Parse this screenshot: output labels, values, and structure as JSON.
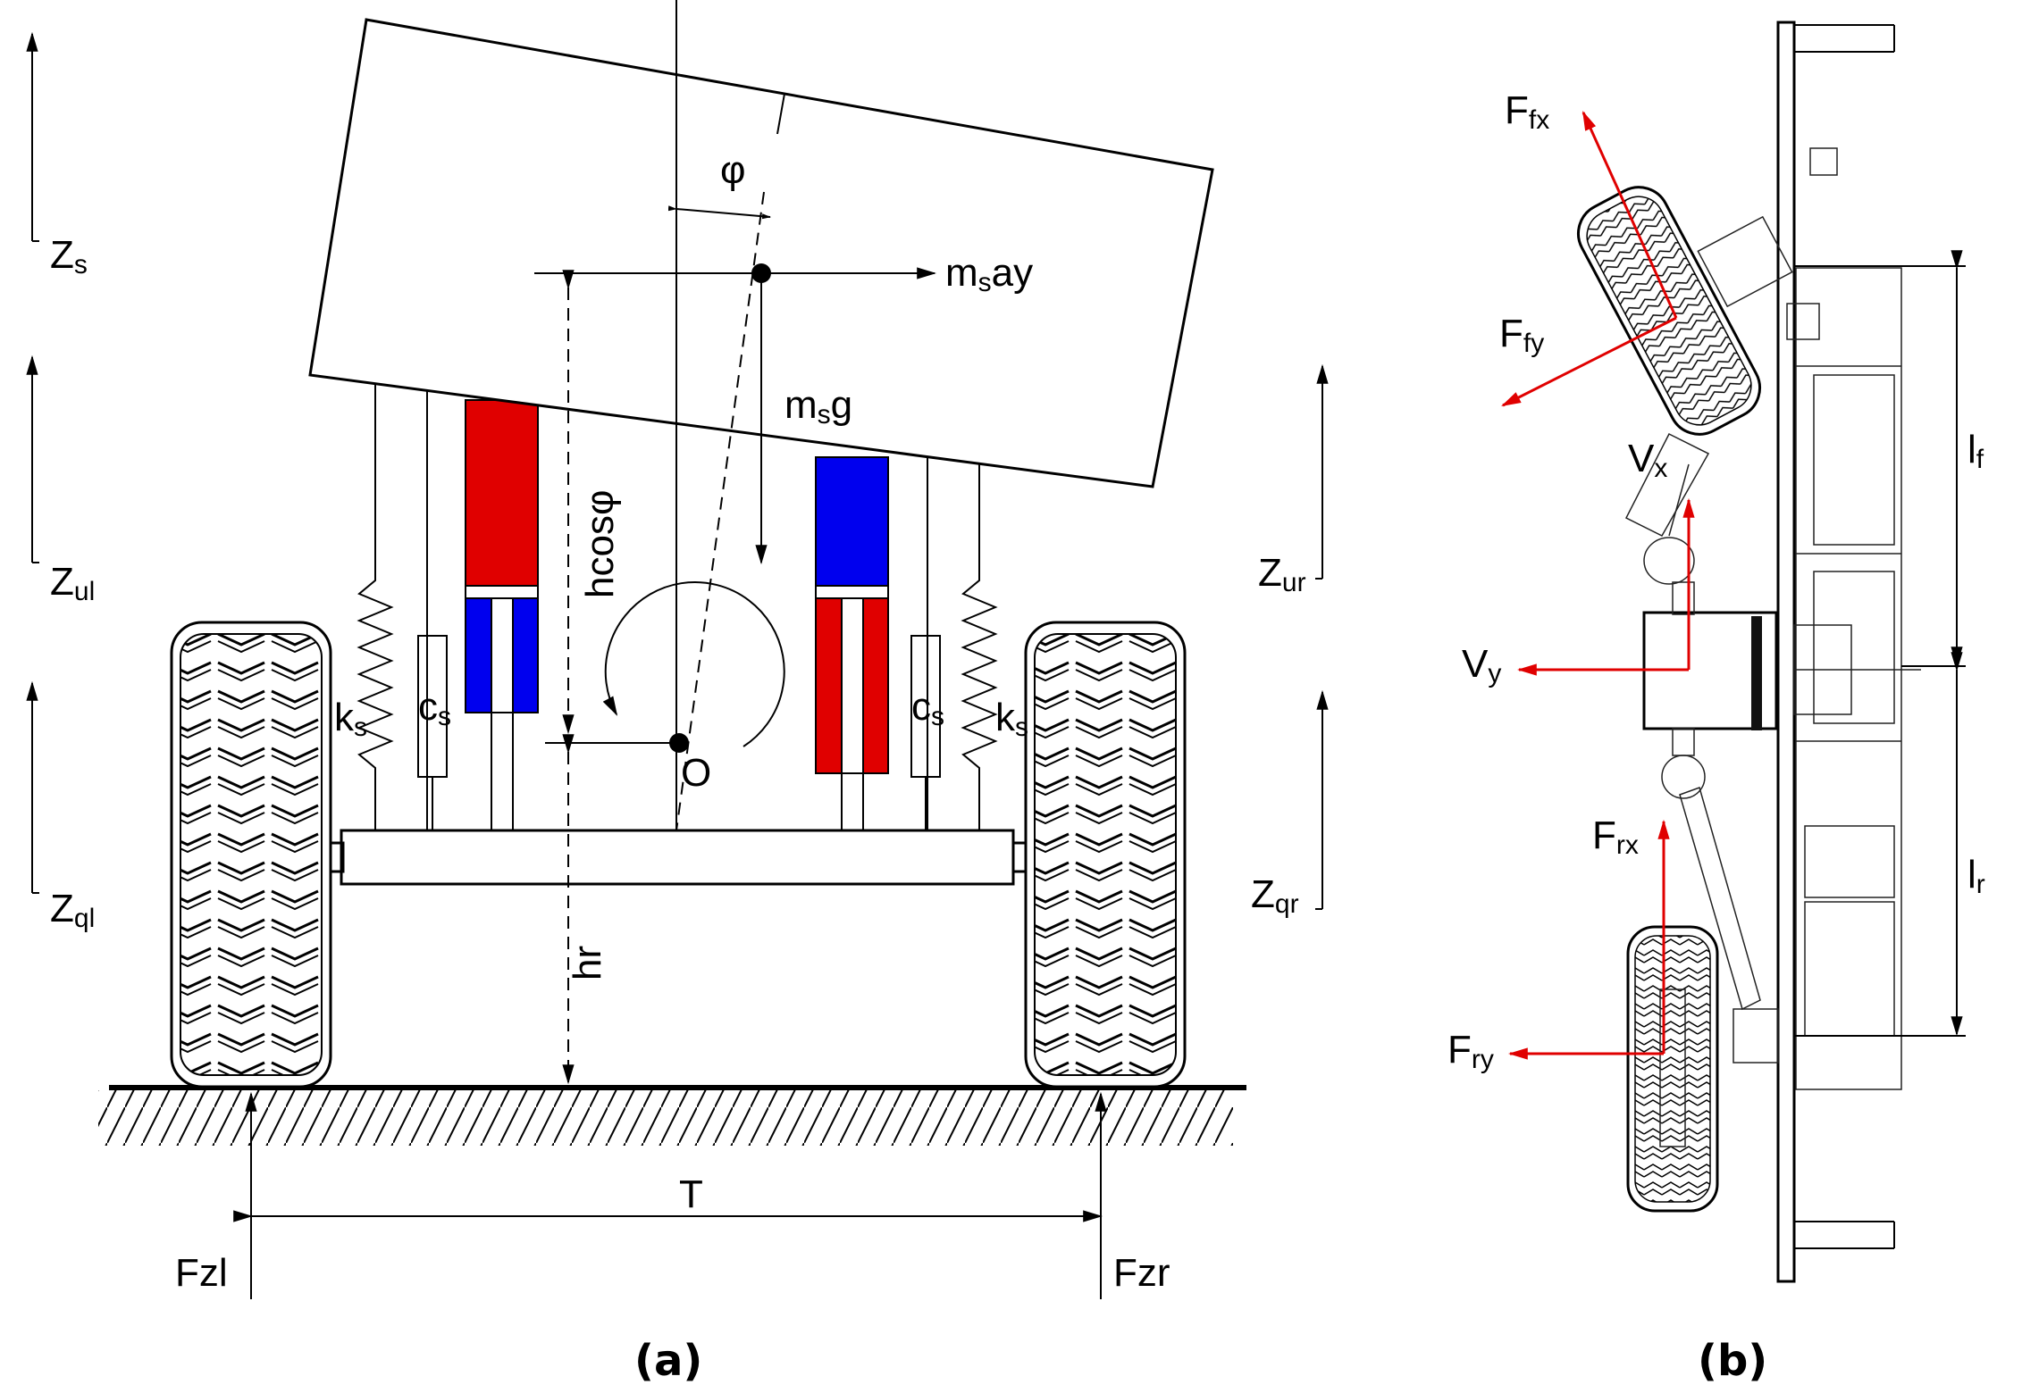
{
  "panel_a": {
    "caption": "(a)",
    "z_labels": [
      {
        "main": "Z",
        "sub": "s"
      },
      {
        "main": "Z",
        "sub": "ul"
      },
      {
        "main": "Z",
        "sub": "ql"
      },
      {
        "main": "Z",
        "sub": "ur"
      },
      {
        "main": "Z",
        "sub": "qr"
      }
    ],
    "phi": "φ",
    "msay": {
      "main": "m",
      "sub": "s",
      "rest": "ay"
    },
    "msg": {
      "main": "m",
      "sub": "s",
      "rest": "g"
    },
    "hcos": "hcosφ",
    "hr": "hr",
    "origin": "O",
    "ks": {
      "main": "k",
      "sub": "s"
    },
    "cs": {
      "main": "c",
      "sub": "s"
    },
    "track": "T",
    "fzl": "Fzl",
    "fzr": "Fzr"
  },
  "panel_b": {
    "caption": "(b)",
    "ffx": {
      "main": "F",
      "sub": "fx"
    },
    "ffy": {
      "main": "F",
      "sub": "fy"
    },
    "vx": {
      "main": "V",
      "sub": "x"
    },
    "vy": {
      "main": "V",
      "sub": "y"
    },
    "frx": {
      "main": "F",
      "sub": "rx"
    },
    "fry": {
      "main": "F",
      "sub": "ry"
    },
    "lf": {
      "main": "l",
      "sub": "f"
    },
    "lr": {
      "main": "l",
      "sub": "r"
    }
  },
  "colors": {
    "red": "#e00000",
    "blue": "#0000ee",
    "black": "#000000"
  }
}
